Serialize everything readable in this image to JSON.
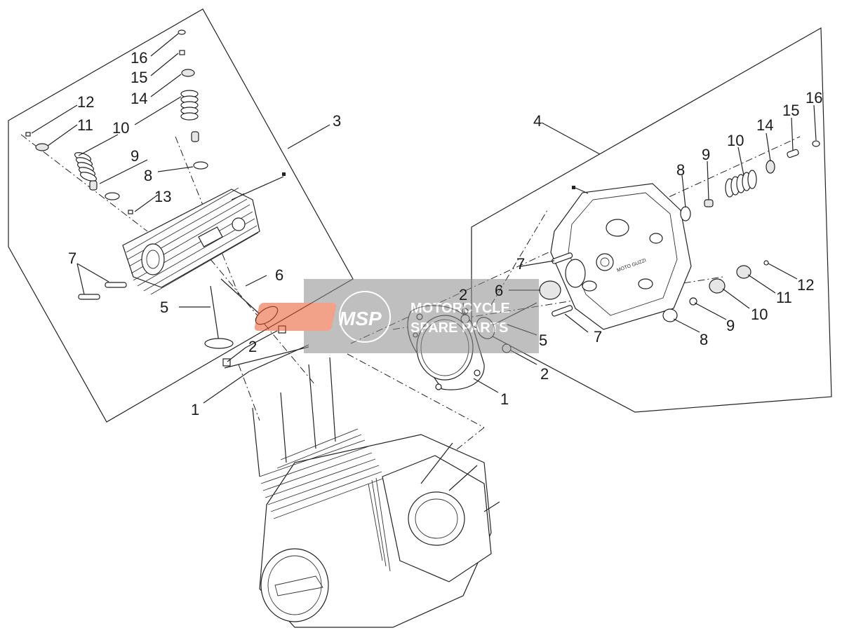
{
  "callouts": {
    "l1": "1",
    "l2": "2",
    "l3": "3",
    "l5": "5",
    "l6": "6",
    "l7": "7",
    "l8": "8",
    "l9": "9",
    "l10": "10",
    "l11": "11",
    "l12": "12",
    "l13": "13",
    "l14": "14",
    "l15": "15",
    "l16": "16",
    "r1": "1",
    "r2a": "2",
    "r2b": "2",
    "r4": "4",
    "r5": "5",
    "r6": "6",
    "r7a": "7",
    "r7b": "7",
    "r8a": "8",
    "r8b": "8",
    "r9a": "9",
    "r9b": "9",
    "r10a": "10",
    "r10b": "10",
    "r11": "11",
    "r12": "12",
    "r14": "14",
    "r15": "15",
    "r16": "16"
  },
  "watermark": {
    "logo": "MSP",
    "line1": "MOTORCYCLE",
    "line2": "SPARE PARTS"
  },
  "cylinder_head_logo": "MOTO GUZZI",
  "colors": {
    "watermark_box": "#8c8c8c",
    "watermark_logo": "#e8572a",
    "ink": "#222222"
  }
}
